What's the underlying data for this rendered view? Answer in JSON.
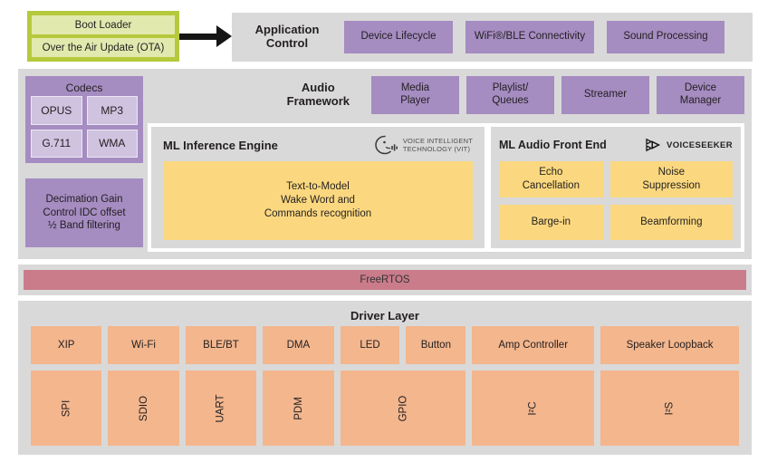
{
  "colors": {
    "gray_panel": "#d9d9d9",
    "purple": "#a58cc1",
    "purple_light": "#cfc3e0",
    "yellow": "#fbd87f",
    "orange": "#f3b68d",
    "pink": "#ca7c8b",
    "green": "#b6c93c",
    "green_light": "#e1e9ae",
    "ink": "#231f20"
  },
  "icons": {
    "arrow": "arrow-right-icon",
    "vit": "vit-head-profile-speech-icon",
    "voiceseeker": "voiceseeker-triangles-icon"
  },
  "boot": {
    "items": [
      "Boot Loader",
      "Over the Air Update (OTA)"
    ]
  },
  "app_control": {
    "title": "Application\nControl",
    "boxes": [
      "Device Lifecycle",
      "WiFi®/BLE Connectivity",
      "Sound Processing"
    ]
  },
  "audio_framework": {
    "title": "Audio\nFramework",
    "boxes": [
      "Media\nPlayer",
      "Playlist/\nQueues",
      "Streamer",
      "Device\nManager"
    ],
    "codecs": {
      "title": "Codecs",
      "items": [
        "OPUS",
        "MP3",
        "G.711",
        "WMA"
      ]
    },
    "decimation": "Decimation Gain\nControl IDC offset\n½ Band filtering",
    "ml_inference": {
      "title": "ML Inference Engine",
      "logo_text": "VOICE INTELLIGENT\nTECHNOLOGY (VIT)",
      "box": "Text-to-Model\nWake Word and\nCommands recognition"
    },
    "ml_audio_front_end": {
      "title": "ML Audio Front End",
      "logo_text": "VOICESEEKER",
      "boxes": [
        "Echo\nCancellation",
        "Noise\nSuppression",
        "Barge-in",
        "Beamforming"
      ]
    }
  },
  "rtos": {
    "label": "FreeRTOS"
  },
  "driver": {
    "title": "Driver Layer",
    "row1": [
      "XIP",
      "Wi-Fi",
      "BLE/BT",
      "DMA",
      "LED",
      "Button",
      "Amp Controller",
      "Speaker Loopback"
    ],
    "row2": [
      "SPI",
      "SDIO",
      "UART",
      "PDM",
      "GPIO",
      "I²C",
      "I²S"
    ]
  }
}
